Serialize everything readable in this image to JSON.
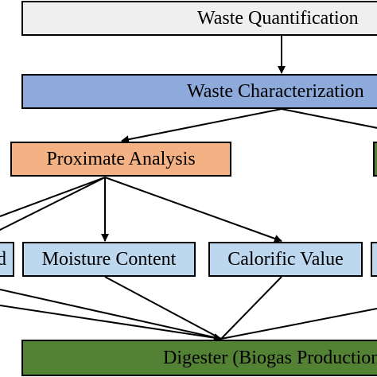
{
  "colors": {
    "quantification_fill": "#efefef",
    "characterization_fill": "#8eaadb",
    "proximate_fill": "#f4b183",
    "parameter_fill": "#bdd7ee",
    "digester_fill": "#548235",
    "right_stub_fill": "#548235",
    "line": "#000000"
  },
  "nodes": {
    "waste_quantification": "Waste Quantification",
    "waste_characterization": "Waste Characterization",
    "proximate_analysis": "Proximate Analysis",
    "left_partial": "d",
    "moisture_content": "Moisture Content",
    "calorific_value": "Calorific Value",
    "digester": "Digester (Biogas Production)"
  }
}
